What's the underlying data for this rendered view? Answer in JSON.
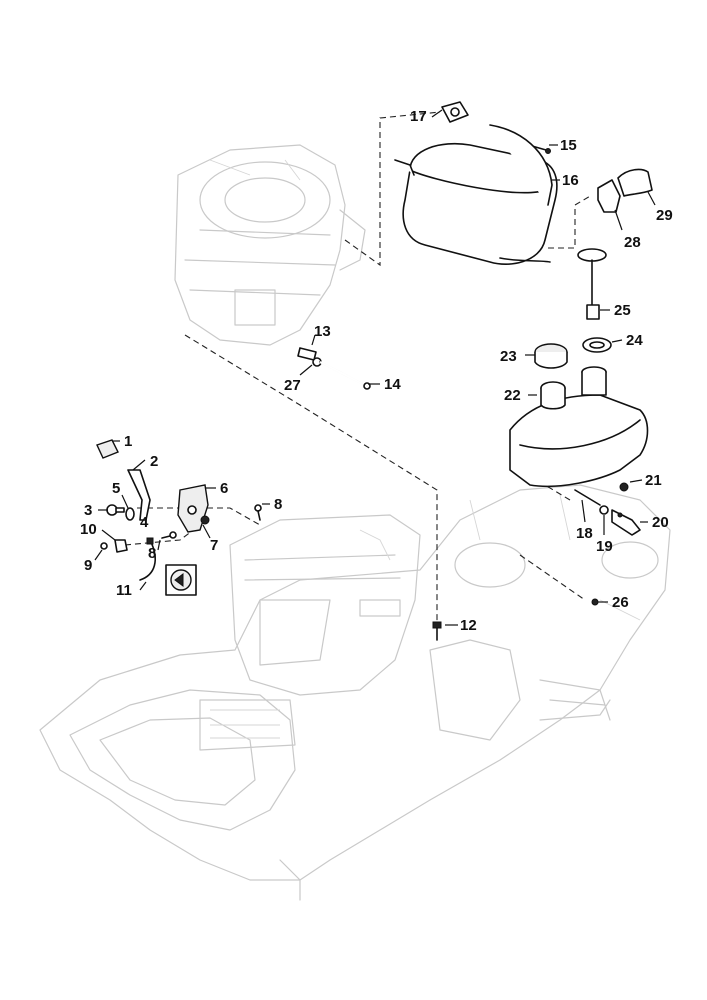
{
  "callouts": [
    {
      "id": "c1",
      "text": "1"
    },
    {
      "id": "c2",
      "text": "2"
    },
    {
      "id": "c3",
      "text": "3"
    },
    {
      "id": "c4",
      "text": "4"
    },
    {
      "id": "c5",
      "text": "5"
    },
    {
      "id": "c6",
      "text": "6"
    },
    {
      "id": "c7",
      "text": "7"
    },
    {
      "id": "c8a",
      "text": "8"
    },
    {
      "id": "c8b",
      "text": "8"
    },
    {
      "id": "c9",
      "text": "9"
    },
    {
      "id": "c10",
      "text": "10"
    },
    {
      "id": "c11",
      "text": "11"
    },
    {
      "id": "c12",
      "text": "12"
    },
    {
      "id": "c13",
      "text": "13"
    },
    {
      "id": "c14",
      "text": "14"
    },
    {
      "id": "c15",
      "text": "15"
    },
    {
      "id": "c16",
      "text": "16"
    },
    {
      "id": "c17",
      "text": "17"
    },
    {
      "id": "c18",
      "text": "18"
    },
    {
      "id": "c19",
      "text": "19"
    },
    {
      "id": "c20",
      "text": "20"
    },
    {
      "id": "c21",
      "text": "21"
    },
    {
      "id": "c22",
      "text": "22"
    },
    {
      "id": "c23",
      "text": "23"
    },
    {
      "id": "c24",
      "text": "24"
    },
    {
      "id": "c25",
      "text": "25"
    },
    {
      "id": "c26",
      "text": "26"
    },
    {
      "id": "c27",
      "text": "27"
    },
    {
      "id": "c28",
      "text": "28"
    },
    {
      "id": "c29",
      "text": "29"
    }
  ]
}
